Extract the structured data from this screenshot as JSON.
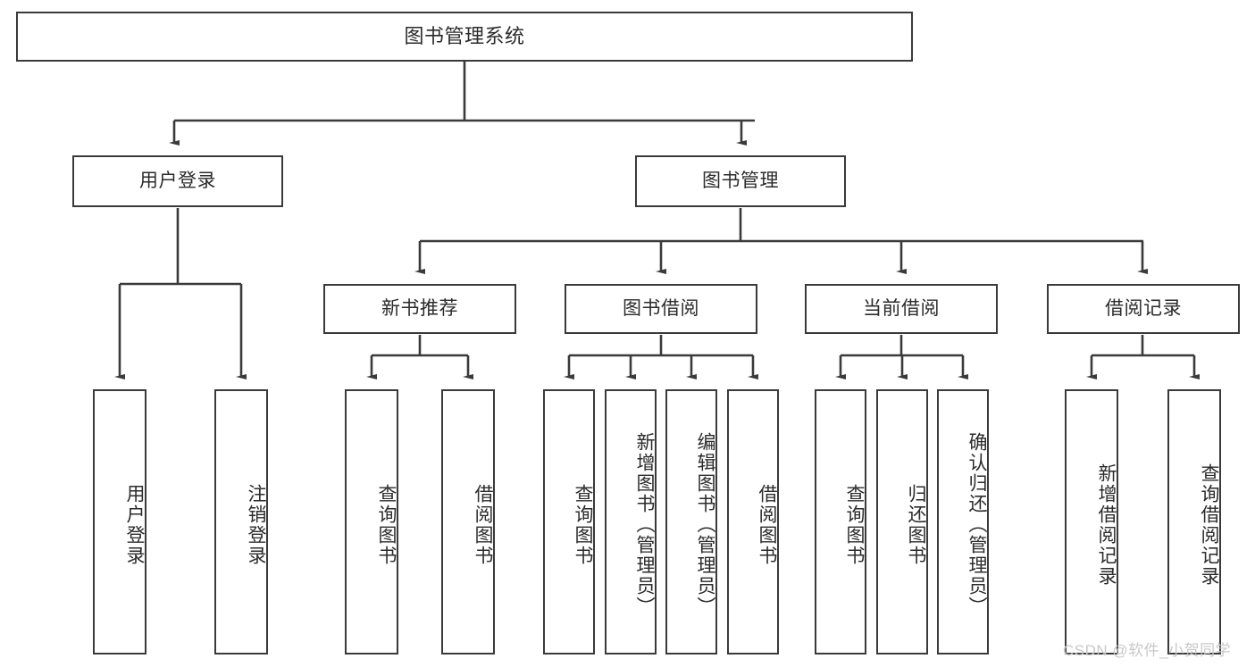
{
  "diagram": {
    "title": "图书管理系统",
    "type": "tree-hierarchy-diagram",
    "colors": {
      "box_border": "#3a3a3a",
      "box_fill": "#ffffff",
      "connector": "#3a3a3a",
      "text": "#2b2b2b",
      "watermark": "#c8c8c8",
      "background": "#ffffff"
    },
    "levels": {
      "root": {
        "label": "图书管理系统"
      },
      "level2": [
        {
          "label": "用户登录"
        },
        {
          "label": "图书管理"
        }
      ],
      "level3": [
        {
          "label": "新书推荐"
        },
        {
          "label": "图书借阅"
        },
        {
          "label": "当前借阅"
        },
        {
          "label": "借阅记录"
        }
      ],
      "leaves": {
        "user_login": [
          {
            "label": "用户登录"
          },
          {
            "label": "注销登录"
          }
        ],
        "new_book_recommend": [
          {
            "label": "查询图书"
          },
          {
            "label": "借阅图书"
          }
        ],
        "book_borrow": [
          {
            "label": "查询图书"
          },
          {
            "label": "新增图书（管理员）"
          },
          {
            "label": "编辑图书（管理员）"
          },
          {
            "label": "借阅图书"
          }
        ],
        "current_borrow": [
          {
            "label": "查询图书"
          },
          {
            "label": "归还图书"
          },
          {
            "label": "确认归还（管理员）"
          }
        ],
        "borrow_record": [
          {
            "label": "新增借阅记录"
          },
          {
            "label": "查询借阅记录"
          }
        ]
      }
    }
  },
  "watermark": {
    "text": "CSDN @软件_小贺同学"
  }
}
